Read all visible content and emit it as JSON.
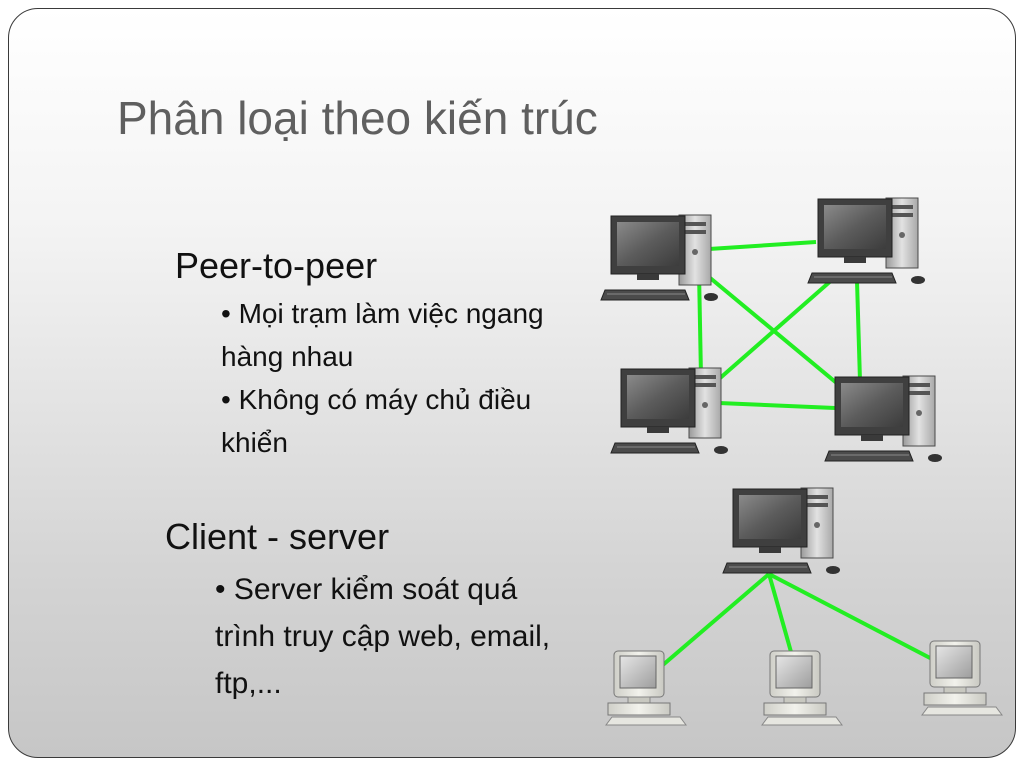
{
  "slide": {
    "title": "Phân loại theo kiến trúc",
    "sections": [
      {
        "heading": "Peer-to-peer",
        "bullets": [
          "• Mọi trạm làm việc ngang hàng nhau",
          "• Không có máy chủ điều khiển"
        ]
      },
      {
        "heading": "Client - server",
        "bullets": [
          "• Server kiểm soát quá trình truy cập web, email, ftp,..."
        ]
      }
    ]
  },
  "diagram": {
    "link_color": "#22ee22",
    "peer_nodes": [
      {
        "id": "peer-top-left",
        "icon": "desktop-computer-icon"
      },
      {
        "id": "peer-top-right",
        "icon": "desktop-computer-icon"
      },
      {
        "id": "peer-bottom-left",
        "icon": "desktop-computer-icon"
      },
      {
        "id": "peer-bottom-right",
        "icon": "desktop-computer-icon"
      }
    ],
    "peer_links": [
      [
        "peer-top-left",
        "peer-top-right"
      ],
      [
        "peer-top-left",
        "peer-bottom-left"
      ],
      [
        "peer-top-left",
        "peer-bottom-right"
      ],
      [
        "peer-top-right",
        "peer-bottom-left"
      ],
      [
        "peer-top-right",
        "peer-bottom-right"
      ],
      [
        "peer-bottom-left",
        "peer-bottom-right"
      ]
    ],
    "server_node": {
      "id": "server",
      "icon": "desktop-computer-icon"
    },
    "client_nodes": [
      {
        "id": "client-left",
        "icon": "client-computer-icon"
      },
      {
        "id": "client-middle",
        "icon": "client-computer-icon"
      },
      {
        "id": "client-right",
        "icon": "client-computer-icon"
      }
    ]
  }
}
